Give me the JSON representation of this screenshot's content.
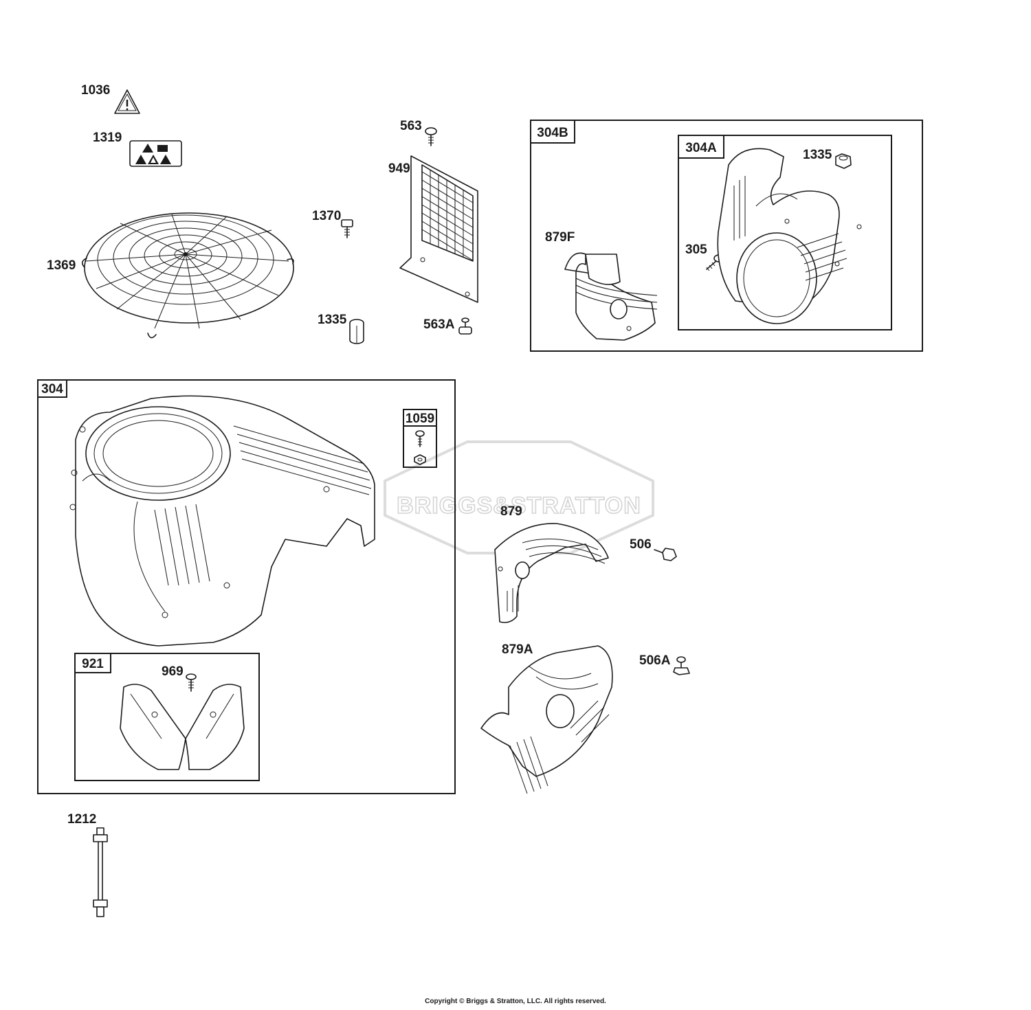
{
  "watermark": "BRIGGS&STRATTON",
  "copyright": "Copyright © Briggs & Stratton, LLC. All rights reserved.",
  "boxes": {
    "b304B": "304B",
    "b304A": "304A",
    "b304": "304",
    "b1059": "1059",
    "b921": "921"
  },
  "labels": {
    "p1036": "1036",
    "p1319": "1319",
    "p1369": "1369",
    "p1370": "1370",
    "p1335a": "1335",
    "p563": "563",
    "p949": "949",
    "p563A": "563A",
    "p879F": "879F",
    "p1335b": "1335",
    "p305": "305",
    "p879": "879",
    "p506": "506",
    "p879A": "879A",
    "p506A": "506A",
    "p969": "969",
    "p1212": "1212"
  }
}
